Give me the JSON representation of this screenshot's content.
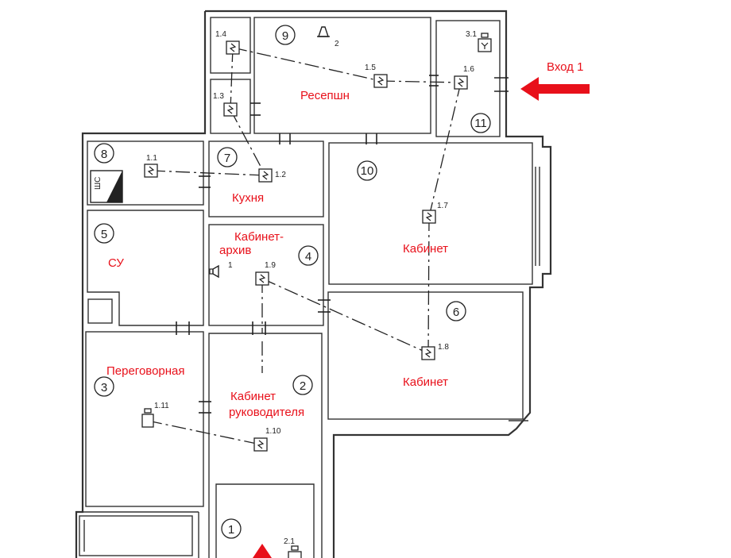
{
  "labels": {
    "reception": "Ресепшн",
    "kitchen": "Кухня",
    "archive_line1": "Кабинет-",
    "archive_line2": "архив",
    "su": "СУ",
    "office10": "Кабинет",
    "office6": "Кабинет",
    "meeting": "Переговорная",
    "director_line1": "Кабинет",
    "director_line2": "руководителя",
    "entrance": "Вход 1"
  },
  "room_numbers": [
    "9",
    "11",
    "8",
    "7",
    "10",
    "5",
    "4",
    "6",
    "3",
    "2",
    "1"
  ],
  "detectors": [
    "1.4",
    "1.5",
    "1.6",
    "1.3",
    "1.1",
    "1.2",
    "1.7",
    "1.9",
    "1.8",
    "1.11",
    "1.10",
    "3.1",
    "2.1"
  ],
  "sirens": [
    "2",
    "1"
  ],
  "panel": {
    "label": "ШС"
  },
  "colors": {
    "annotation": "#e8101a",
    "lines": "#222222"
  }
}
